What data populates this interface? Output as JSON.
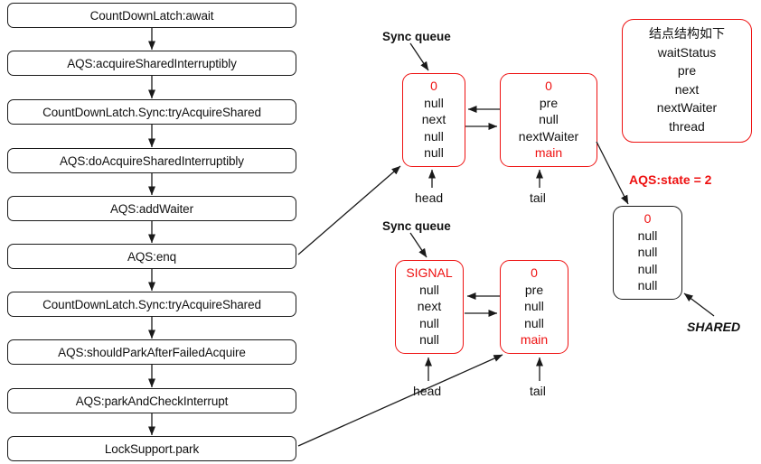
{
  "diagram": {
    "title": "CountDownLatch await AQS call flow",
    "colors": {
      "red": "#ee1111",
      "black": "#1a1a1a",
      "background": "#ffffff"
    }
  },
  "flow": {
    "steps": [
      {
        "label": "CountDownLatch:await"
      },
      {
        "label": "AQS:acquireSharedInterruptibly"
      },
      {
        "label": "CountDownLatch.Sync:tryAcquireShared"
      },
      {
        "label": "AQS:doAcquireSharedInterruptibly"
      },
      {
        "label": "AQS:addWaiter"
      },
      {
        "label": "AQS:enq"
      },
      {
        "label": "CountDownLatch.Sync:tryAcquireShared"
      },
      {
        "label": "AQS:shouldParkAfterFailedAcquire"
      },
      {
        "label": "AQS:parkAndCheckInterrupt"
      },
      {
        "label": "LockSupport.park"
      }
    ]
  },
  "queues": [
    {
      "title": "Sync queue",
      "head_label": "head",
      "tail_label": "tail",
      "head_node": {
        "waitStatus": "0",
        "pre": "null",
        "next": "next",
        "nextWaiter": "null",
        "thread": "null"
      },
      "tail_node": {
        "waitStatus": "0",
        "pre": "pre",
        "next": "null",
        "nextWaiter": "nextWaiter",
        "thread": "main"
      }
    },
    {
      "title": "Sync queue",
      "head_label": "head",
      "tail_label": "tail",
      "head_node": {
        "waitStatus": "SIGNAL",
        "pre": "null",
        "next": "next",
        "nextWaiter": "null",
        "thread": "null"
      },
      "tail_node": {
        "waitStatus": "0",
        "pre": "pre",
        "next": "null",
        "nextWaiter": "null",
        "thread": "main"
      }
    }
  ],
  "legend": {
    "heading": "结点结构如下",
    "fields": [
      "waitStatus",
      "pre",
      "next",
      "nextWaiter",
      "thread"
    ]
  },
  "shared": {
    "state_label": "AQS:state = 2",
    "shared_label": "SHARED",
    "node": {
      "waitStatus": "0",
      "pre": "null",
      "next": "null",
      "nextWaiter": "null",
      "thread": "null"
    }
  }
}
